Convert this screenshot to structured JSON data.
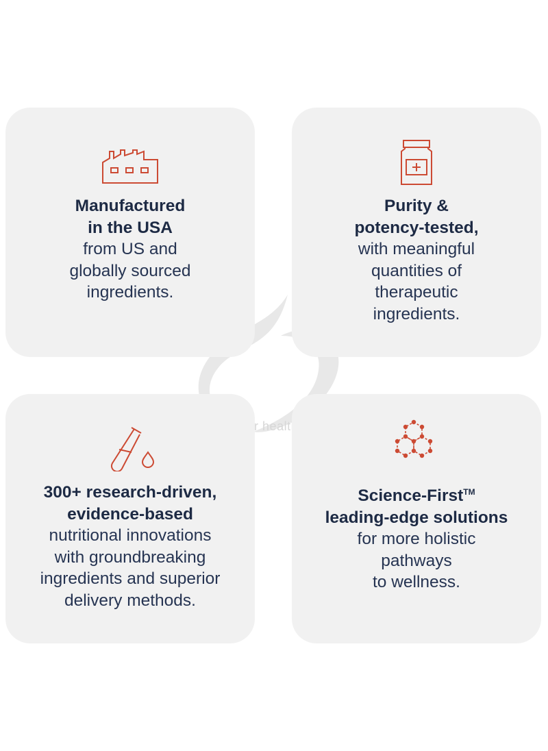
{
  "colors": {
    "card_bg": "#f1f1f1",
    "accent": "#cc4a33",
    "heading": "#1d2a44"
  },
  "cards": [
    {
      "icon": "factory-icon",
      "bold_lines": [
        "Manufactured",
        "in the USA"
      ],
      "regular_lines": [
        "from US and",
        "globally sourced",
        "ingredients."
      ]
    },
    {
      "icon": "supplement-bottle-icon",
      "bold_lines": [
        "Purity &",
        "potency-tested,"
      ],
      "regular_lines": [
        "with meaningful",
        "quantities of",
        "therapeutic",
        "ingredients."
      ]
    },
    {
      "icon": "test-tube-drop-icon",
      "bold_lines": [
        "300+ research-driven,",
        "evidence-based"
      ],
      "regular_lines": [
        "nutritional innovations",
        "with groundbreaking",
        "ingredients and superior",
        "delivery methods."
      ]
    },
    {
      "icon": "molecule-icon",
      "bold_lines": [
        "Science-First",
        "leading-edge solutions"
      ],
      "bold_trademark": "TM",
      "regular_lines": [
        "for more holistic",
        "pathways",
        "to wellness."
      ]
    }
  ],
  "watermark": {
    "text": "designs for health",
    "registered": "®"
  }
}
